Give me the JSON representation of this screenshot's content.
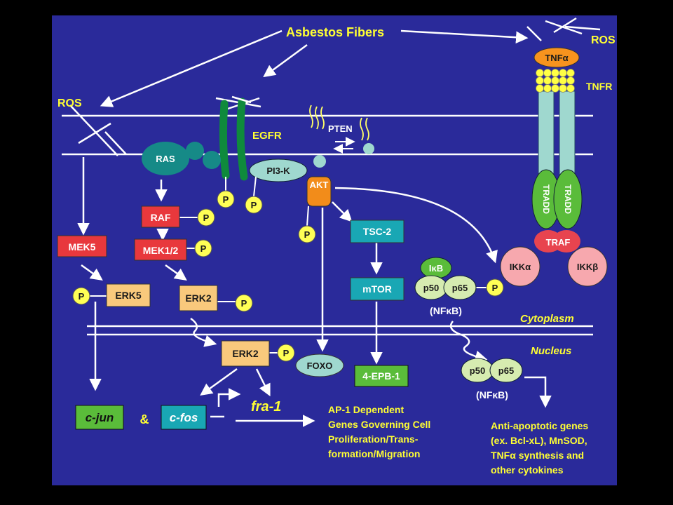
{
  "colors": {
    "panel": "#2a2a9a",
    "yellow_text": "#ffff33",
    "membrane": "#ffffff",
    "red_box": "#e8383c",
    "orange_box": "#f9c97c",
    "teal_box": "#19a7b4",
    "green_box": "#5abc3a",
    "phosphate": "#ffff55",
    "light_green": "#d6ecb0",
    "pink": "#f7a8ae",
    "receptor_teal": "#9fd8cf",
    "dark_teal": "#168a87",
    "egfr_green": "#0f8a3c",
    "akt_orange": "#f28c1a",
    "tnf_orange": "#f7931e",
    "traf_red": "#e8444f"
  },
  "labels": {
    "asbestos": "Asbestos Fibers",
    "ros_left": "ROS",
    "ros_right": "ROS",
    "egfr": "EGFR",
    "pten": "PTEN",
    "tnfr": "TNFR",
    "tnfa": "TNFα",
    "cytoplasm": "Cytoplasm",
    "nucleus": "Nucleus",
    "and_sign": "&",
    "nfkb_cyto": "(NFκB)",
    "nfkb_nuc": "(NFκB)"
  },
  "nodes": {
    "ras": "RAS",
    "pi3k": "PI3-K",
    "akt": "AKT",
    "raf": "RAF",
    "mek12": "MEK1/2",
    "mek5": "MEK5",
    "erk5": "ERK5",
    "erk2_cyto": "ERK2",
    "erk2_nuc": "ERK2",
    "tsc2": "TSC-2",
    "mtor": "mTOR",
    "foxo": "FOXO",
    "epb1": "4-EPB-1",
    "cjun": "c-jun",
    "cfos": "c-fos",
    "fra1": "fra-1",
    "ikb": "IκB",
    "p50_cyto": "p50",
    "p65_cyto": "p65",
    "p50_nuc": "p50",
    "p65_nuc": "p65",
    "tradd_left": "TRADD",
    "tradd_right": "TRADD",
    "traf": "TRAF",
    "ikka": "IKKα",
    "ikkb": "IKKβ",
    "phosphate": "P"
  },
  "outputs": {
    "ap1": [
      "AP-1 Dependent",
      "Genes Governing Cell",
      "Proliferation/Trans-",
      "formation/Migration"
    ],
    "anti_apoptotic": [
      "Anti-apoptotic genes",
      "(ex. Bcl-xL), MnSOD,",
      "TNFα synthesis and",
      "other cytokines"
    ]
  }
}
